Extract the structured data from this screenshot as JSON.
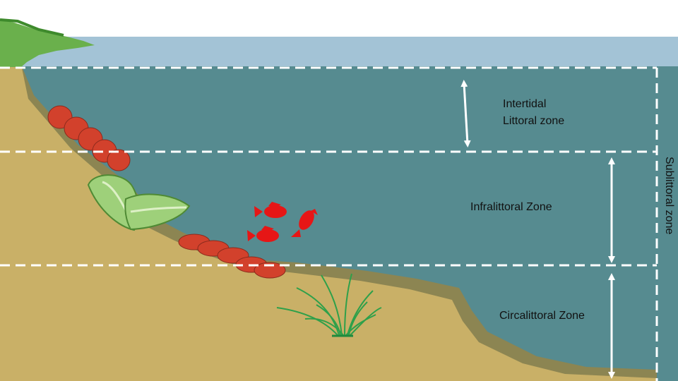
{
  "zones": {
    "intertidal_line1": "Intertidal",
    "intertidal_line2": "Littoral zone",
    "infralittoral": "Infralittoral Zone",
    "circalittoral": "Circalittoral Zone",
    "sublittoral": "Sublittoral zone"
  },
  "colors": {
    "sky": "#ffffff",
    "surface_water": "#a3c3d6",
    "deep_water": "#568b90",
    "sand": "#c9b067",
    "seabed_edge": "#8c8552",
    "grass_land": "#6ab04c",
    "rocks": "#d2412c",
    "fish": "#e61616",
    "seaweed": "#9ed07a",
    "seagrass": "#2ea04a",
    "dashes": "#ffffff"
  },
  "icons": [
    "rock-icon",
    "lettuce-seaweed-icon",
    "red-fish-icon",
    "seagrass-icon",
    "double-arrow-icon"
  ]
}
